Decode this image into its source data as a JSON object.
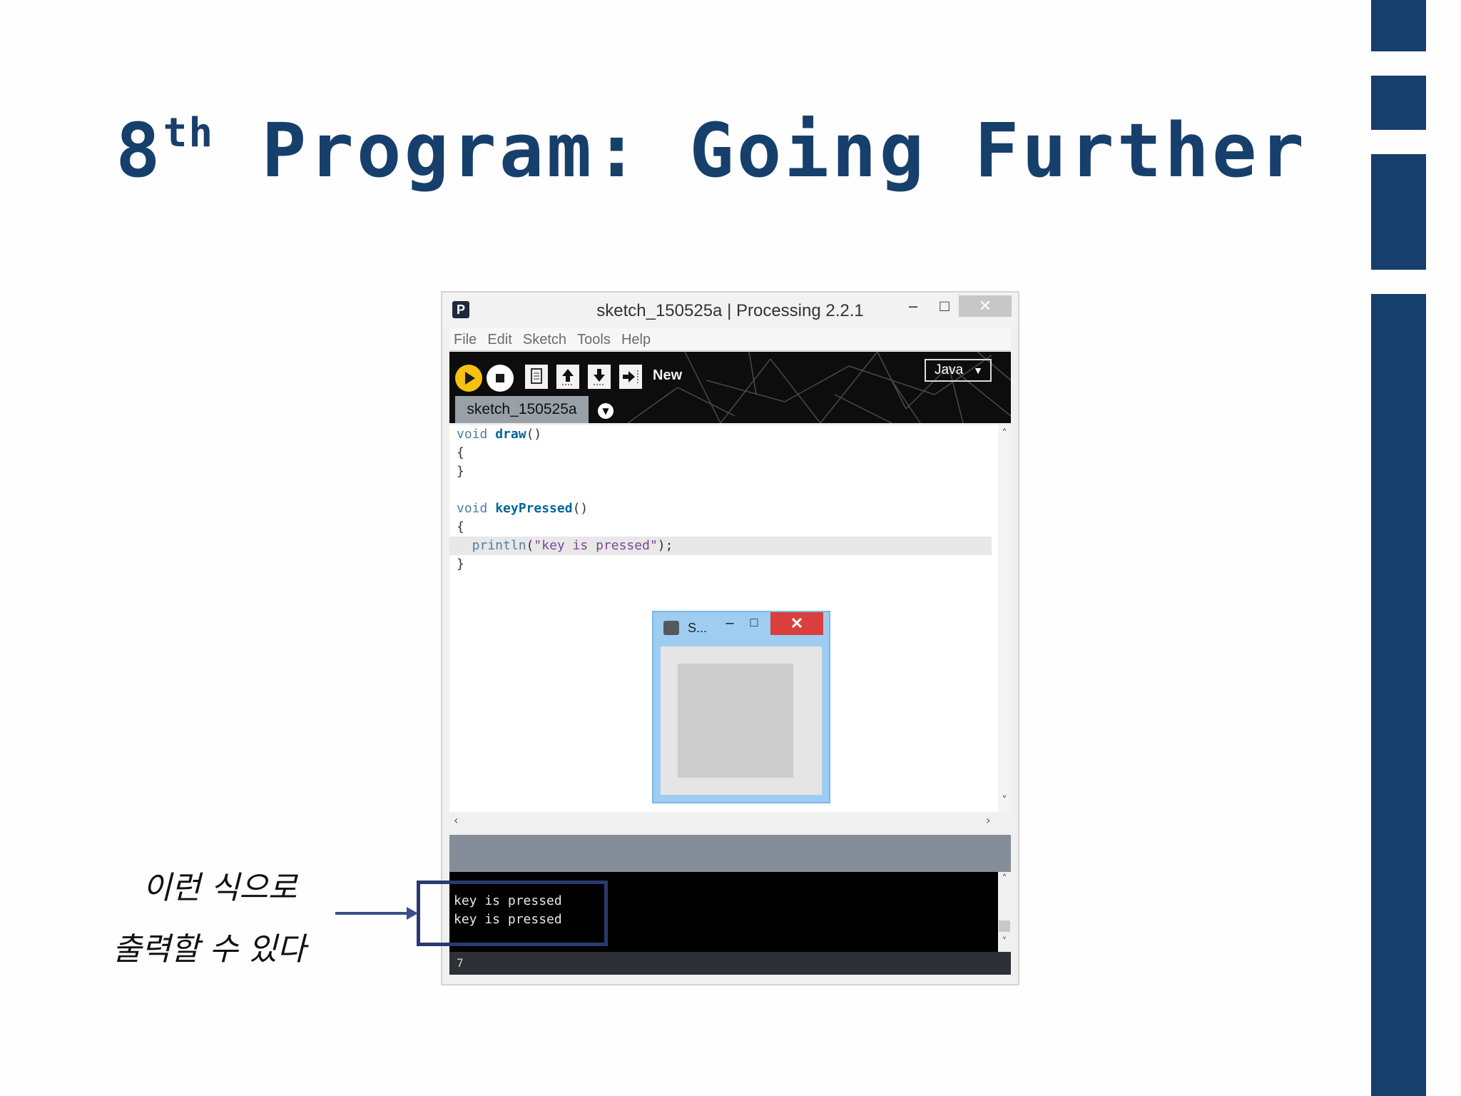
{
  "slide": {
    "title_main": "8",
    "title_sup": "th",
    "title_rest": " Program: Going Further",
    "annotation_line1": "이런 식으로",
    "annotation_line2": "출력할 수 있다",
    "accent_color": "#173f6b"
  },
  "window": {
    "title": "sketch_150525a | Processing 2.2.1",
    "logo": "P",
    "minimize": "–",
    "maximize": "□",
    "close": "✕"
  },
  "menu": [
    "File",
    "Edit",
    "Sketch",
    "Tools",
    "Help"
  ],
  "toolbar": {
    "buttons": [
      "run-icon",
      "stop-icon",
      "new-file-icon",
      "open-icon",
      "save-icon",
      "export-icon"
    ],
    "hover_label": "New",
    "mode": "Java",
    "tab": "sketch_150525a"
  },
  "code": {
    "l1_kw": "void",
    "l1_fn": "draw",
    "l1_rest": "()",
    "l2": "{",
    "l3": "}",
    "l5_kw": "void",
    "l5_fn": "keyPressed",
    "l5_rest": "()",
    "l6": "{",
    "l7_fn": "  println",
    "l7_open": "(",
    "l7_str": "\"key is pressed\"",
    "l7_close": ");",
    "l8": "}"
  },
  "sketch_window": {
    "title": "S...",
    "minimize": "–",
    "maximize": "□",
    "close": "✕"
  },
  "console": {
    "lines": [
      "key is pressed",
      "key is pressed"
    ],
    "line_number": "7"
  }
}
